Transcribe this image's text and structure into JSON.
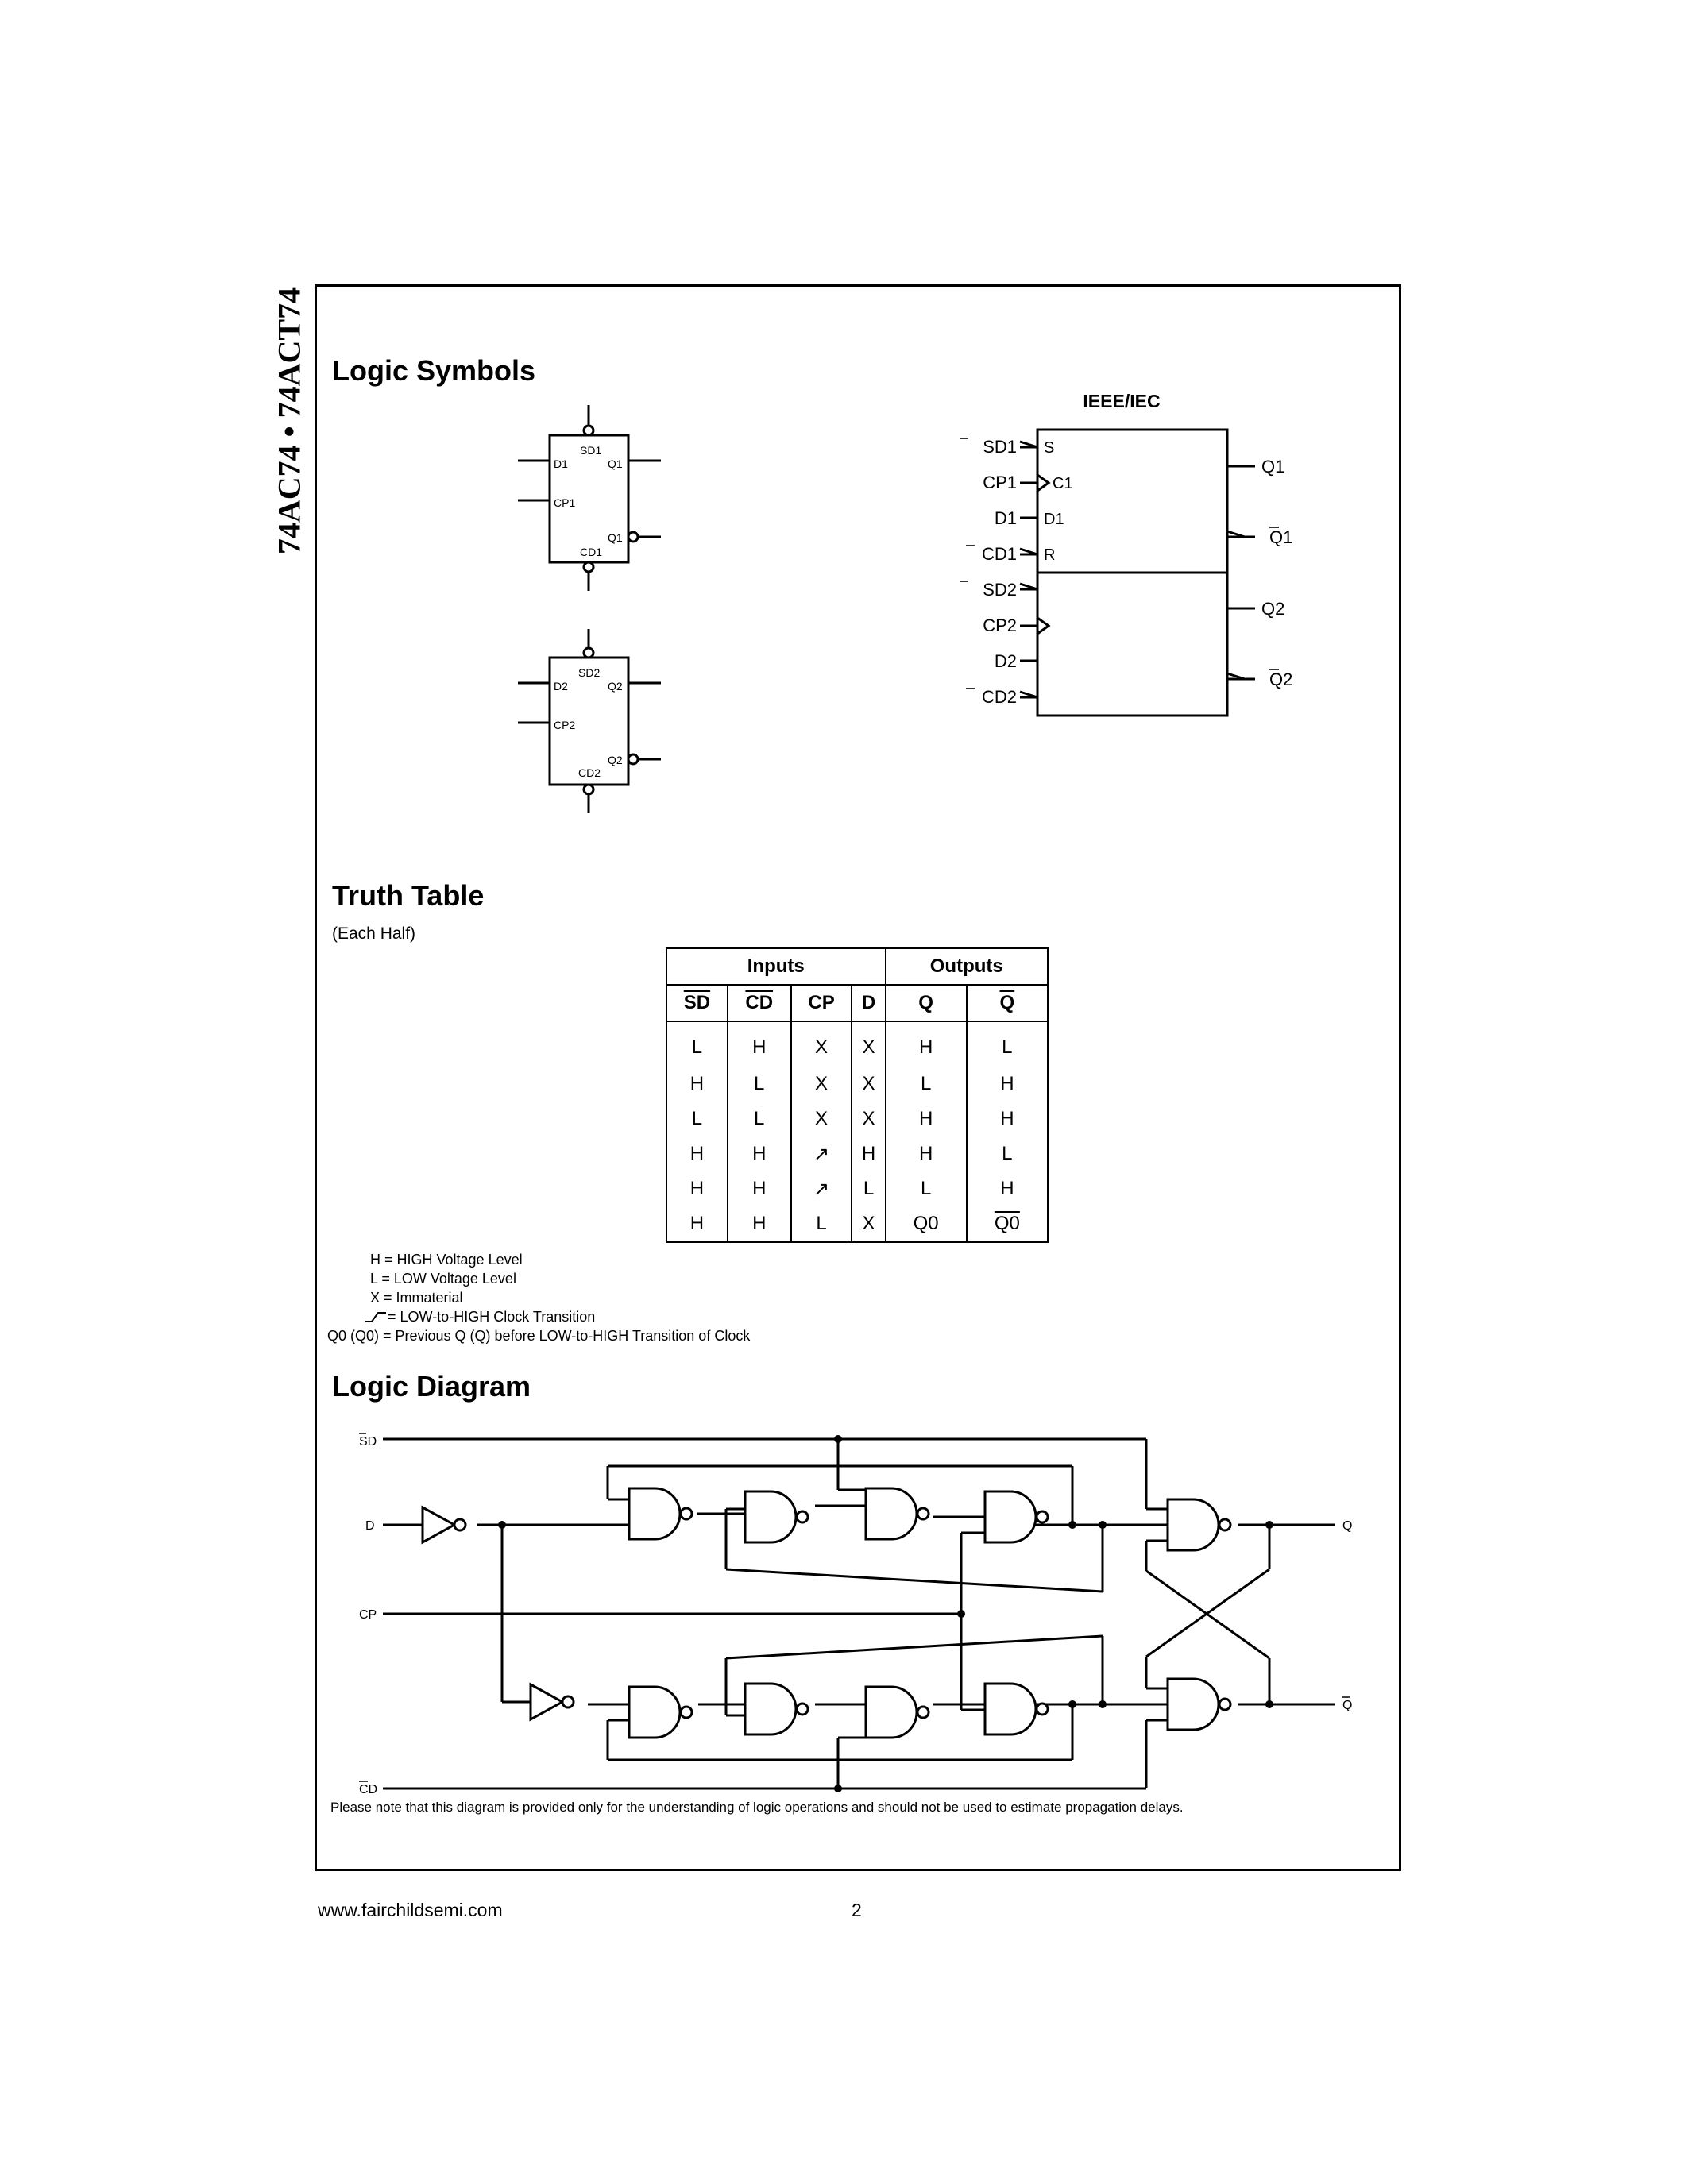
{
  "side_title": "74AC74 • 74ACT74",
  "sections": {
    "logic_symbols": "Logic Symbols",
    "truth_table": "Truth Table",
    "truth_table_sub": "(Each Half)",
    "logic_diagram": "Logic Diagram"
  },
  "symbols": {
    "ff1": {
      "d": "D1",
      "cp": "CP1",
      "sd": "SD1",
      "cd": "CD1",
      "q": "Q1",
      "qbar": "Q1"
    },
    "ff2": {
      "d": "D2",
      "cp": "CP2",
      "sd": "SD2",
      "cd": "CD2",
      "q": "Q2",
      "qbar": "Q2"
    },
    "ieee": {
      "title": "IEEE/IEC",
      "inputs": [
        "SD1",
        "CP1",
        "D1",
        "CD1",
        "SD2",
        "CP2",
        "D2",
        "CD2"
      ],
      "inner": [
        "S",
        "C1",
        "D1",
        "R"
      ],
      "outputs": [
        "Q1",
        "Q1",
        "Q2",
        "Q2"
      ]
    }
  },
  "truth_table": {
    "group_inputs": "Inputs",
    "group_outputs": "Outputs",
    "headers": [
      "SD",
      "CD",
      "CP",
      "D",
      "Q",
      "Q"
    ],
    "rows": [
      [
        "L",
        "H",
        "X",
        "X",
        "H",
        "L"
      ],
      [
        "H",
        "L",
        "X",
        "X",
        "L",
        "H"
      ],
      [
        "L",
        "L",
        "X",
        "X",
        "H",
        "H"
      ],
      [
        "H",
        "H",
        "↗",
        "H",
        "H",
        "L"
      ],
      [
        "H",
        "H",
        "↗",
        "L",
        "L",
        "H"
      ],
      [
        "H",
        "H",
        "L",
        "X",
        "Q0",
        "Q0"
      ]
    ]
  },
  "legend": [
    "H = HIGH Voltage Level",
    "L = LOW Voltage Level",
    "X = Immaterial",
    "= LOW-to-HIGH Clock Transition",
    "Q0 (Q0) = Previous Q (Q) before LOW-to-HIGH Transition of Clock"
  ],
  "diagram": {
    "labels": {
      "sd": "SD",
      "d": "D",
      "cp": "CP",
      "cd": "CD",
      "q": "Q",
      "qbar": "Q"
    }
  },
  "note": "Please note that this diagram is provided only for the understanding of logic operations and should not be used to estimate propagation delays.",
  "footer": {
    "url": "www.fairchildsemi.com",
    "page": "2"
  }
}
